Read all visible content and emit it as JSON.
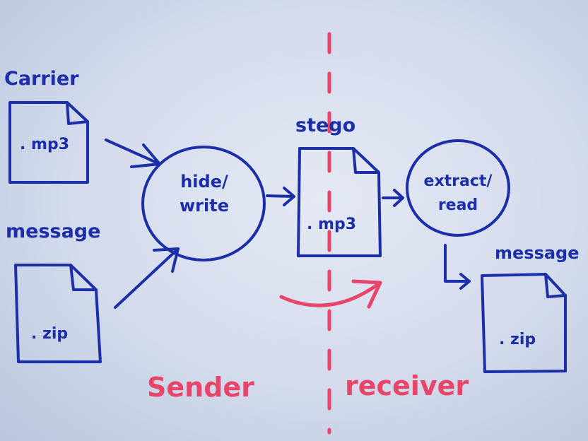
{
  "carrier": {
    "title": "Carrier",
    "extension": ". mp3"
  },
  "message_in": {
    "title": "message",
    "extension": ". zip"
  },
  "hide_process": {
    "line1": "hide/",
    "line2": "write"
  },
  "stego": {
    "title": "stego",
    "extension": ". mp3"
  },
  "extract_process": {
    "line1": "extract/",
    "line2": "read"
  },
  "message_out": {
    "title": "message",
    "extension": ". zip"
  },
  "sides": {
    "sender": "Sender",
    "receiver": "receiver"
  },
  "colors": {
    "ink": "#1c2ea8",
    "accent": "#e8456a",
    "board": "#d8dfee"
  }
}
